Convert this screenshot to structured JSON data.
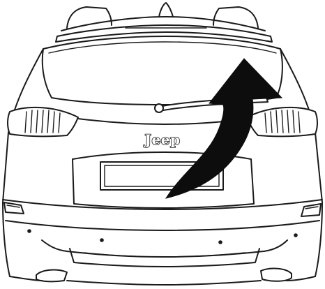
{
  "logo": {
    "text": "Jeep"
  },
  "colors": {
    "line": "#1a1a1a",
    "arrow": "#0d0d0d",
    "background": "#ffffff"
  },
  "arrow": {
    "direction": "up-right",
    "meaning": "open-liftgate-glass"
  }
}
